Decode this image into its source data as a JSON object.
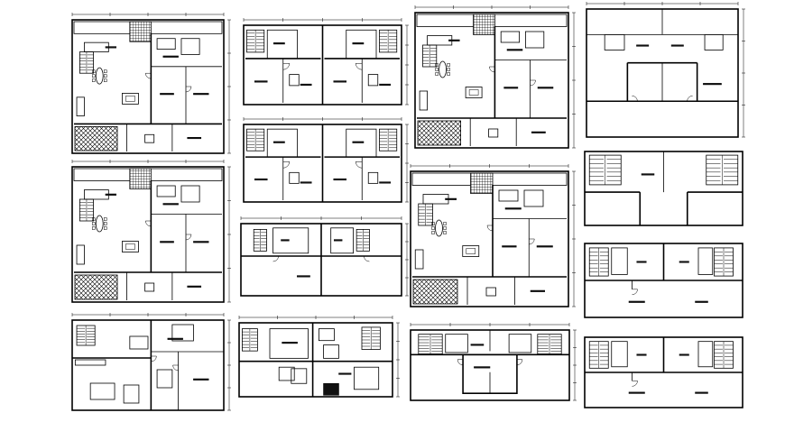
{
  "sheet": {
    "background": "#ffffff",
    "line_color": "#000000"
  },
  "plans": [
    {
      "id": "plan-1",
      "kind": "apartment-a"
    },
    {
      "id": "plan-2",
      "kind": "twin-a"
    },
    {
      "id": "plan-3",
      "kind": "apartment-a"
    },
    {
      "id": "plan-4",
      "kind": "hall-type"
    },
    {
      "id": "plan-5",
      "kind": "twin-a"
    },
    {
      "id": "plan-6",
      "kind": "apartment-a"
    },
    {
      "id": "plan-7",
      "kind": "twin-b"
    },
    {
      "id": "plan-8",
      "kind": "apartment-a"
    },
    {
      "id": "plan-9",
      "kind": "stair-hall"
    },
    {
      "id": "plan-10",
      "kind": "twin-c"
    },
    {
      "id": "plan-11",
      "kind": "mixed-a"
    },
    {
      "id": "plan-12",
      "kind": "mixed-b"
    },
    {
      "id": "plan-13",
      "kind": "mixed-c"
    },
    {
      "id": "plan-14",
      "kind": "twin-c"
    }
  ]
}
